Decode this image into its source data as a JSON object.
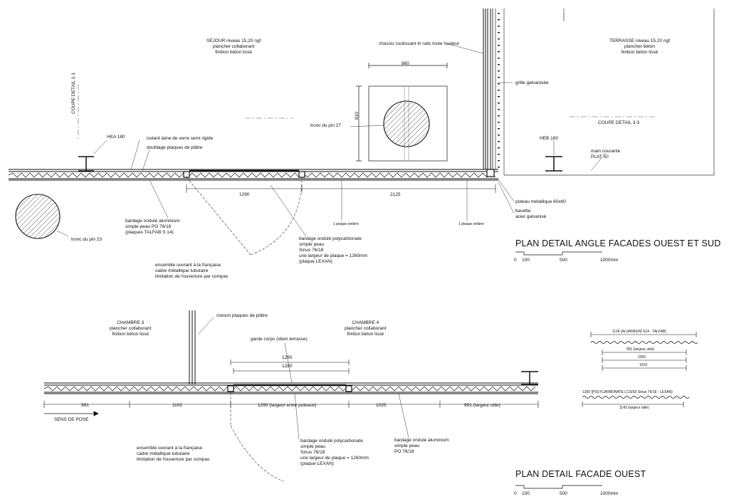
{
  "plan1": {
    "room_sejour": [
      "SEJOUR niveau 15,20 ngf",
      "plancher collaborant",
      "finition béton lissé"
    ],
    "room_terrasse": [
      "TERRASSE niveau 15,20 ngf",
      "plancher béton",
      "finition béton lissé"
    ],
    "label_chassis": "chassis coulissant tri rails toute hauteur",
    "label_grille": "grille galvanisée",
    "label_coupe_1": "COUPE DETAIL 1-1",
    "label_coupe_3": "COUPE DETAIL 3-3",
    "label_tronc_27": "tronc du pin 27",
    "label_tronc_23": "tronc du pin 23",
    "dim_860": "860",
    "dim_810": "810",
    "label_hea": "HEA 180",
    "label_heb": "HEB 180",
    "label_isolant": "isolant laine de verre semi rigide",
    "label_doublage": "doublage plaques de plâtre",
    "label_main_courante": [
      "main courante",
      "PLAT 50"
    ],
    "dim_1290": "1290",
    "dim_2125": "2125",
    "label_plaque_1": "1 plaque entière",
    "label_plaque_2": "1 plaque entière",
    "label_poteau": "poteau métallique 60x60",
    "label_bavette": [
      "bavette",
      "acier galvanisé"
    ],
    "label_bardage_alu": [
      "bardage ondulé aluminium",
      "simple peau PO 76/18",
      "(plaques TALFAB S 14)"
    ],
    "label_bardage_poly": [
      "bardage ondulé polycarbonate",
      "simple peau",
      "Sinus 76/18",
      "une largeur de plaque = 1260mm",
      "(plaque LEXAN)"
    ],
    "label_ensemble": [
      "ensemble ouvrant à la française",
      "cadre métallique tubulaire",
      "limitation de l'ouverture par compas"
    ],
    "title": "PLAN DETAIL ANGLE FACADES OUEST ET SUD",
    "scale": [
      "0",
      "100",
      "500",
      "1000mm"
    ]
  },
  "plan2": {
    "room_chambre3": [
      "CHAMBRE 3",
      "plancher collaborant",
      "finition béton lissé"
    ],
    "room_chambre4": [
      "CHAMBRE 4",
      "plancher collaborant",
      "finition béton lissé"
    ],
    "label_cloison": "cloison plaques de plâtre",
    "label_garde_corps": "garde corps (idem terrasse)",
    "dim_1290": "1290",
    "dim_1280": "1280",
    "dim_991a": "991",
    "dim_1102": "1102",
    "dim_1290b": "1290 (largeur entre poteaux)",
    "dim_1025": "1025",
    "dim_991b": "991 (largeur utile)",
    "label_sens": "SENS DE POSE",
    "label_ensemble": [
      "ensemble ouvrant à la française",
      "cadre métallique tubulaire",
      "limitation de l'ouverture par compas"
    ],
    "label_bardage_poly": [
      "bardage ondulé polycarbonate",
      "simple peau",
      "Sinus 76/18",
      "une largeur de plaque = 1260mm",
      "(plaque LEXAN)"
    ],
    "label_bardage_alu": [
      "bardage ondulé aluminium",
      "simple peau",
      "PO 76/18"
    ],
    "title": "PLAN DETAIL FACADE OUEST",
    "scale": [
      "0",
      "100",
      "500",
      "1000mm"
    ]
  },
  "profiles": {
    "alu_title": "1118 (ALUMINIUM S14 - TALFAB)",
    "alu_991": "991  (largeur utile)",
    "alu_1050": "1050",
    "alu_1016": "1016",
    "poly_title": "1260  (POLYCARBONATE LCS/S/I Sinus 76/18 - LEXAN)",
    "poly_1143": "1143  (largeur utile)"
  }
}
